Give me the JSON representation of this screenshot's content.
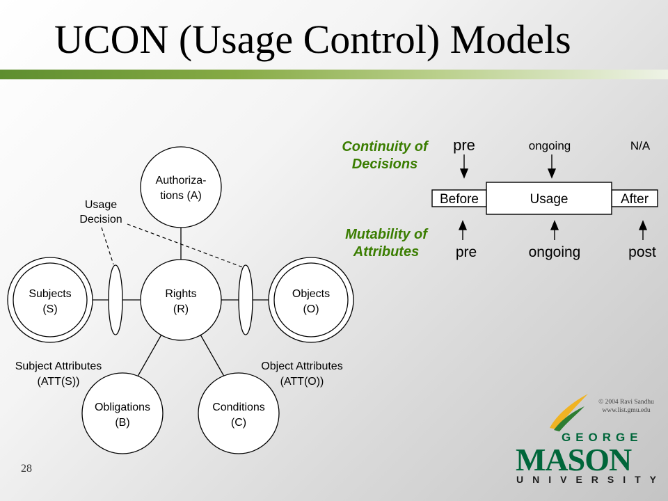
{
  "title": "UCON (Usage Control) Models",
  "accent_color": "#5e8e2f",
  "diagram_color": "#3a7d00",
  "nodes": {
    "authorizations": [
      "Authoriza-",
      "tions (A)"
    ],
    "rights": [
      "Rights",
      "(R)"
    ],
    "subjects": [
      "Subjects",
      "(S)"
    ],
    "objects": [
      "Objects",
      "(O)"
    ],
    "obligations": [
      "Obligations",
      "(B)"
    ],
    "conditions": [
      "Conditions",
      "(C)"
    ]
  },
  "labels": {
    "usage_decision": [
      "Usage",
      "Decision"
    ],
    "subject_attributes": [
      "Subject Attributes",
      "(ATT(S))"
    ],
    "object_attributes": [
      "Object Attributes",
      "(ATT(O))"
    ]
  },
  "continuity": {
    "heading": [
      "Continuity of",
      "Decisions"
    ],
    "pre": "pre",
    "ongoing": "ongoing",
    "na": "N/A"
  },
  "phases": {
    "before": "Before",
    "usage": "Usage",
    "after": "After"
  },
  "mutability": {
    "heading": [
      "Mutability of",
      "Attributes"
    ],
    "pre": "pre",
    "ongoing": "ongoing",
    "post": "post"
  },
  "copyright": [
    "© 2004 Ravi Sandhu",
    "www.list.gmu.edu"
  ],
  "logo": {
    "top": "GEORGE",
    "middle": "MASON",
    "bottom": "UNIVERSITY"
  },
  "page_number": "28"
}
